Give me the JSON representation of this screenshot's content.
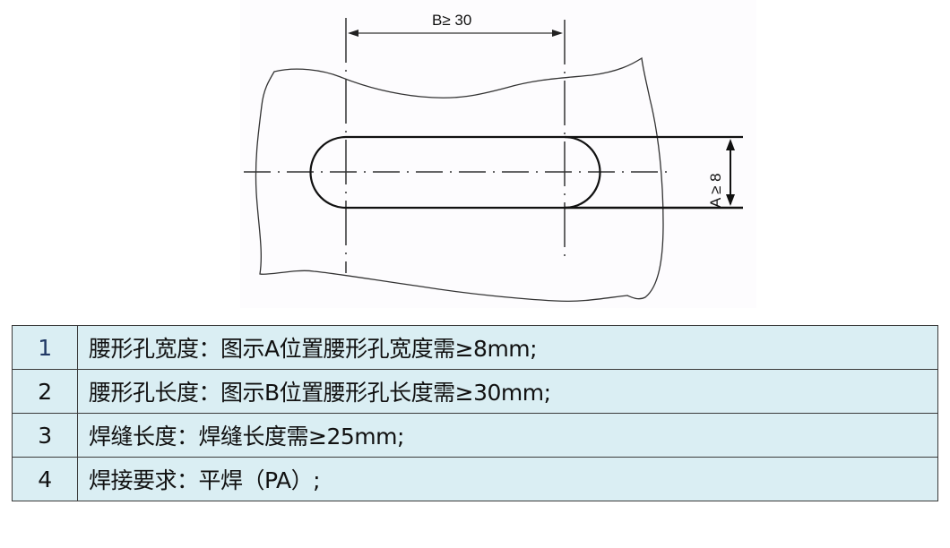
{
  "drawing": {
    "dimension_b_label": "B≥ 30",
    "dimension_a_label": "A ≥ 8",
    "line_color": "#111111",
    "background_color": "#fdfcfe"
  },
  "table": {
    "background_color": "#daeef3",
    "rows": [
      {
        "index": "1",
        "text": "腰形孔宽度：图示A位置腰形孔宽度需≥8mm;"
      },
      {
        "index": "2",
        "text": "腰形孔长度：图示B位置腰形孔长度需≥30mm;"
      },
      {
        "index": "3",
        "text": "焊缝长度：焊缝长度需≥25mm;"
      },
      {
        "index": "4",
        "text": "焊接要求：平焊（PA）;"
      }
    ]
  }
}
